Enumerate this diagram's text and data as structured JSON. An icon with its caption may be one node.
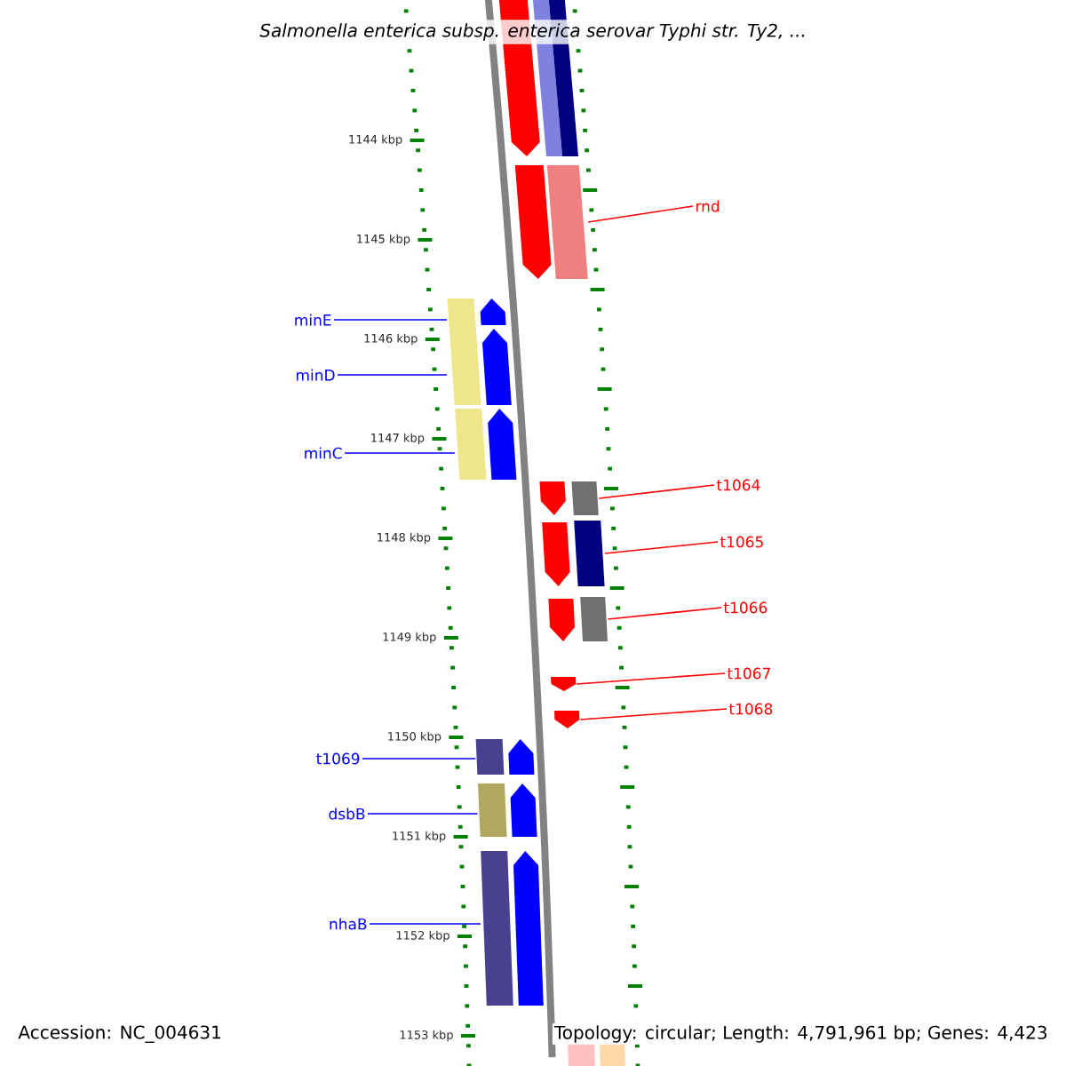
{
  "diagram": {
    "title": "Salmonella enterica subsp. enterica serovar Typhi str. Ty2, ...",
    "nodes": [
      {
        "text": [
          "rnd"
        ]
      },
      {
        "text": [
          "minE"
        ]
      },
      {
        "text": [
          "minD"
        ]
      },
      {
        "text": [
          "minC"
        ]
      },
      {
        "text": [
          "t1064"
        ]
      },
      {
        "text": [
          "t1065"
        ]
      },
      {
        "text": [
          "t1066"
        ]
      },
      {
        "text": [
          "t1067"
        ]
      },
      {
        "text": [
          "t1068"
        ]
      },
      {
        "text": [
          "t1069"
        ]
      },
      {
        "text": [
          "dsbB"
        ]
      },
      {
        "text": [
          "nhaB"
        ]
      },
      {
        "text": [],
        "shape": "arrow"
      },
      {
        "text": [],
        "shape": "bar"
      },
      {
        "text": [],
        "shape": "bar"
      },
      {
        "text": [],
        "shape": "arrow"
      },
      {
        "text": [],
        "shape": "bar"
      },
      {
        "text": [],
        "shape": "bar"
      },
      {
        "text": [],
        "shape": "arrow"
      },
      {
        "text": [],
        "shape": "arrow"
      },
      {
        "text": [],
        "shape": "bar"
      },
      {
        "text": [],
        "shape": "arrow"
      },
      {
        "text": [],
        "shape": "arrow"
      },
      {
        "text": [],
        "shape": "bar"
      },
      {
        "text": [],
        "shape": "arrow"
      },
      {
        "text": [],
        "shape": "bar"
      },
      {
        "text": [],
        "shape": "arrow"
      },
      {
        "text": [],
        "shape": "bar"
      },
      {
        "text": [],
        "shape": "arrow"
      },
      {
        "text": [],
        "shape": "arrow"
      },
      {
        "text": [],
        "shape": "bar"
      },
      {
        "text": [],
        "shape": "arrow"
      },
      {
        "text": [],
        "shape": "bar"
      },
      {
        "text": [],
        "shape": "arrow"
      },
      {
        "text": [],
        "shape": "bar"
      },
      {
        "text": [],
        "shape": "arrow"
      },
      {
        "text": [],
        "shape": "bar"
      },
      {
        "text": [],
        "shape": "bar"
      }
    ],
    "edges": [
      {
        "from": 0,
        "to": 16,
        "arrow": "none",
        "color": "#ff0000"
      },
      {
        "from": 1,
        "to": 17,
        "arrow": "none",
        "color": "#0000ff"
      },
      {
        "from": 2,
        "to": 17,
        "arrow": "none",
        "color": "#0000ff"
      },
      {
        "from": 3,
        "to": 20,
        "arrow": "none",
        "color": "#0000ff"
      },
      {
        "from": 4,
        "to": 23,
        "arrow": "none",
        "color": "#ff0000"
      },
      {
        "from": 5,
        "to": 25,
        "arrow": "none",
        "color": "#ff0000"
      },
      {
        "from": 6,
        "to": 27,
        "arrow": "none",
        "color": "#ff0000"
      },
      {
        "from": 7,
        "to": 28,
        "arrow": "none",
        "color": "#ff0000"
      },
      {
        "from": 8,
        "to": 29,
        "arrow": "none",
        "color": "#ff0000"
      },
      {
        "from": 9,
        "to": 30,
        "arrow": "none",
        "color": "#0000ff"
      },
      {
        "from": 10,
        "to": 32,
        "arrow": "none",
        "color": "#0000ff"
      },
      {
        "from": 11,
        "to": 34,
        "arrow": "none",
        "color": "#0000ff"
      }
    ],
    "labels": [
      "1144 kbp",
      "1145 kbp",
      "1146 kbp",
      "1147 kbp",
      "1148 kbp",
      "1149 kbp",
      "1150 kbp",
      "1151 kbp",
      "1152 kbp",
      "1153 kbp",
      "Accession: NC_004631",
      "Topology: circular; Length: 4,791,961 bp; Genes: 4,423"
    ]
  }
}
